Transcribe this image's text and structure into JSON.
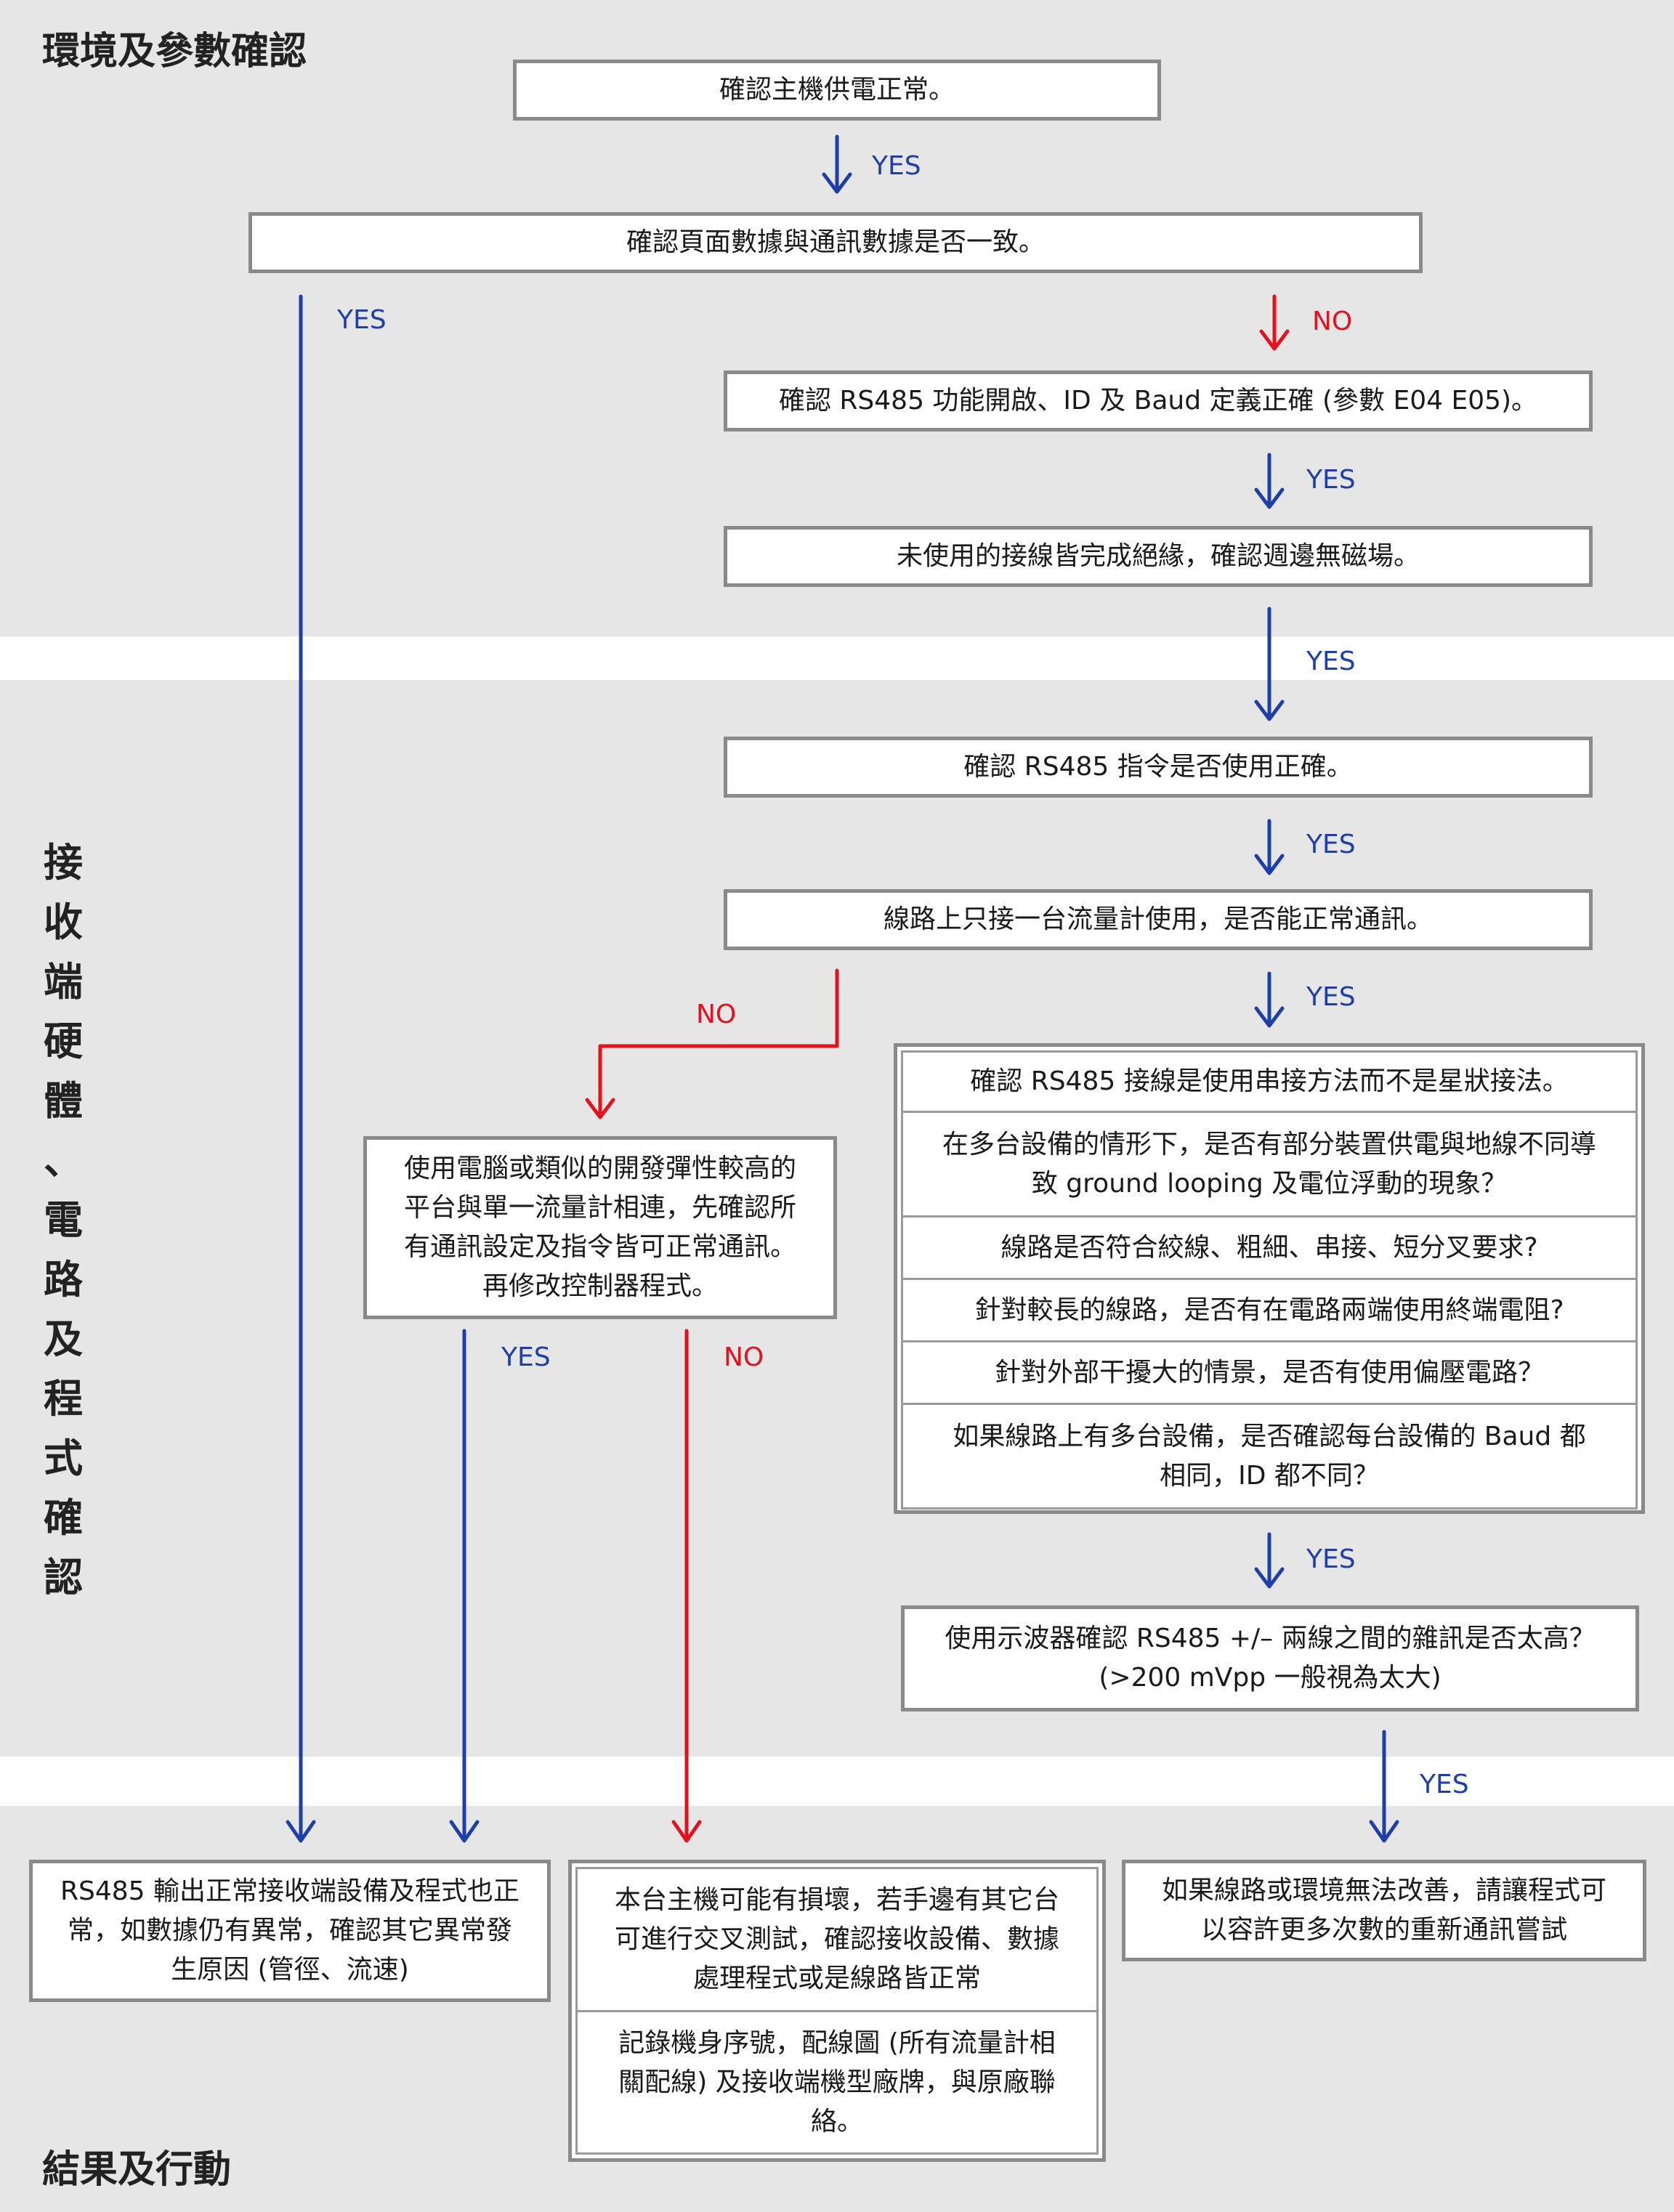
{
  "sections": {
    "env": "環境及參數確認",
    "hw": [
      "接",
      "收",
      "端",
      "硬",
      "體",
      "、",
      "電",
      "路",
      "及",
      "程",
      "式",
      "確",
      "認"
    ],
    "result": "結果及行動"
  },
  "nodes": {
    "power": "確認主機供電正常。",
    "page_data": "確認頁面數據與通訊數據是否一致。",
    "rs485_id": "確認 RS485 功能開啟、ID 及 Baud 定義正確 (參數 E04 E05)。",
    "unused_wires": "未使用的接線皆完成絕緣，確認週邊無磁場。",
    "cmd": "確認 RS485 指令是否使用正確。",
    "single_meter": "線路上只接一台流量計使用，是否能正常通訊。",
    "pc_test": [
      "使用電腦或類似的開發彈性較高的",
      "平台與單一流量計相連，先確認所",
      "有通訊設定及指令皆可正常通訊。",
      "再修改控制器程式。"
    ],
    "checklist": [
      [
        "確認 RS485 接線是使用串接方法而不是星狀接法。"
      ],
      [
        "在多台設備的情形下，是否有部分裝置供電與地線不同導",
        "致 ground looping 及電位浮動的現象？"
      ],
      [
        "線路是否符合絞線、粗細、串接、短分叉要求?"
      ],
      [
        "針對較長的線路，是否有在電路兩端使用終端電阻?"
      ],
      [
        "針對外部干擾大的情景，是否有使用偏壓電路？"
      ],
      [
        "如果線路上有多台設備，是否確認每台設備的 Baud 都",
        "相同，ID 都不同？"
      ]
    ],
    "oscilloscope": [
      "使用示波器確認 RS485 +/– 兩線之間的雜訊是否太高？",
      "(>200 mVpp 一般視為太大)"
    ],
    "result_ok": [
      "RS485 輸出正常接收端設備及程式也正",
      "常，如數據仍有異常，確認其它異常發",
      "生原因 (管徑、流速)"
    ],
    "result_damage": [
      [
        "本台主機可能有損壞，若手邊有其它台",
        "可進行交叉測試，確認接收設備、數據",
        "處理程式或是線路皆正常"
      ],
      [
        "記錄機身序號，配線圖 (所有流量計相",
        "關配線) 及接收端機型廠牌，與原廠聯",
        "絡。"
      ]
    ],
    "result_env": [
      "如果線路或環境無法改善，請讓程式可",
      "以容許更多次數的重新通訊嘗試"
    ]
  },
  "edge_labels": {
    "yes": "YES",
    "no": "NO"
  },
  "colors": {
    "yes": "#1f3fa8",
    "no": "#e0141e",
    "band": "#e6e6e6",
    "box_border": "#8a8a8a"
  }
}
